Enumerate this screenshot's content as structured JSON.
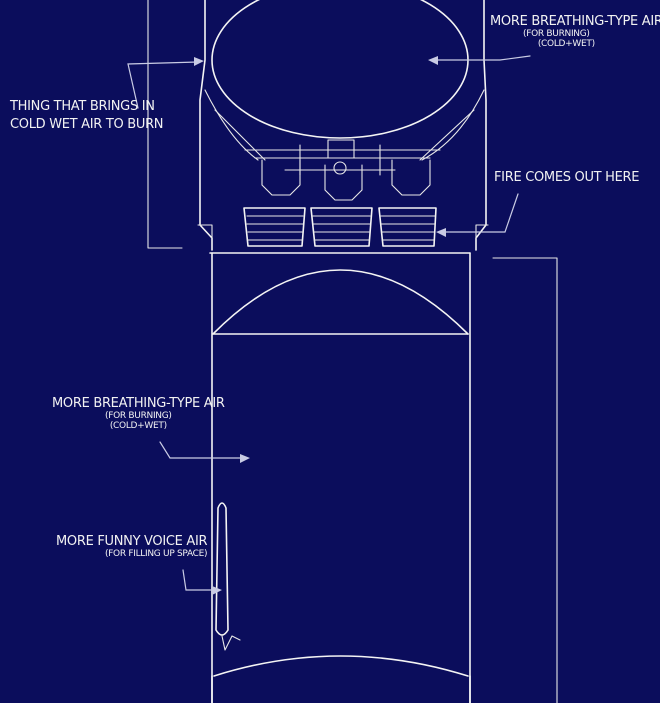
{
  "colors": {
    "background": "#0b0d5c",
    "line": "#f4f4f4",
    "arrow": "#c9cbe4"
  },
  "labels": {
    "intake": {
      "line1": "Thing that brings in",
      "line2": "cold wet air to burn"
    },
    "upper_tank": {
      "title": "More breathing-type air",
      "sub1": "(for burning)",
      "sub2": "(cold+wet)"
    },
    "engines": {
      "title": "Fire comes out here"
    },
    "lower_tank": {
      "title": "More breathing-type air",
      "sub1": "(for burning)",
      "sub2": "(cold+wet)"
    },
    "pipe": {
      "title": "More funny voice air",
      "sub1": "(for filling up space)"
    }
  }
}
